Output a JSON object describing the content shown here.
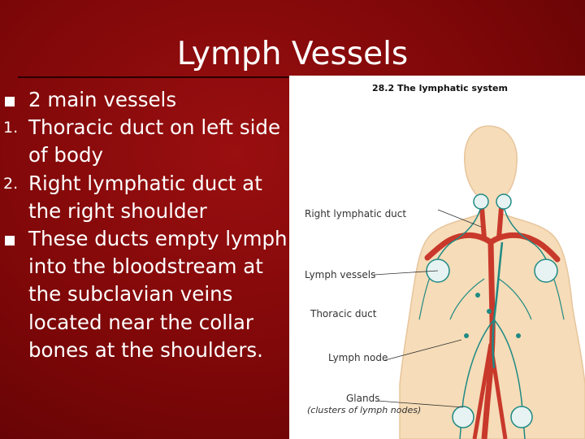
{
  "slide": {
    "title": "Lymph Vessels",
    "bullets": [
      {
        "marker": "",
        "text": "2 main vessels"
      },
      {
        "marker": "1.",
        "text": "Thoracic duct on left side of body"
      },
      {
        "marker": "2.",
        "text": "Right lymphatic duct at the right shoulder"
      },
      {
        "marker": "",
        "text": "These ducts empty lymph into the bloodstream at the subclavian veins located near the collar bones at the shoulders."
      }
    ]
  },
  "figure": {
    "title": "28.2 The lymphatic system",
    "labels": {
      "right_lymphatic_duct": "Right lymphatic duct",
      "lymph_vessels": "Lymph vessels",
      "thoracic_duct": "Thoracic duct",
      "lymph_node": "Lymph node",
      "glands": "Glands",
      "glands_sub": "(clusters of lymph nodes)"
    }
  },
  "colors": {
    "background": "#7d0708",
    "text": "#ffffff",
    "skin": "#f6dcb8",
    "vessel": "#1f8a84",
    "vein": "#c8392b"
  }
}
